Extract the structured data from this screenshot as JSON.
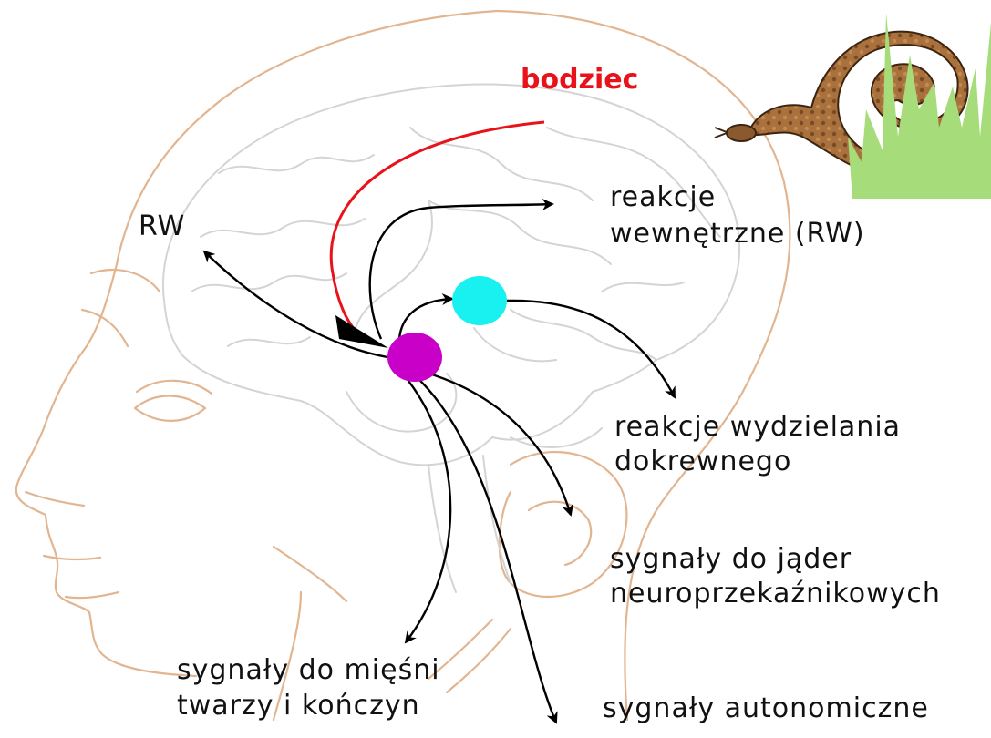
{
  "labels": {
    "stimulus": "bodziec",
    "rw": "RW",
    "internal_1": "reakcje",
    "internal_2": "wewnętrzne (RW)",
    "endocrine_1": "reakcje wydzielania",
    "endocrine_2": "dokrewnego",
    "neuro_1": "sygnały do jąder",
    "neuro_2": "neuroprzekaźnikowych",
    "muscles_1": "sygnały do mięśni",
    "muscles_2": "twarzy i kończyn",
    "autonomic": "sygnały autonomiczne"
  },
  "colors": {
    "stimulus": "#e8131a",
    "amygdala_node": "#c800c8",
    "secondary_node": "#19f0f0",
    "arrows": "#000000",
    "head_outline": "#e2b591",
    "brain_outline": "#d4d4d4",
    "grass": "#a6dc7a"
  },
  "icons": {
    "snake": "viper-snake-icon",
    "grass": "grass-icon"
  }
}
